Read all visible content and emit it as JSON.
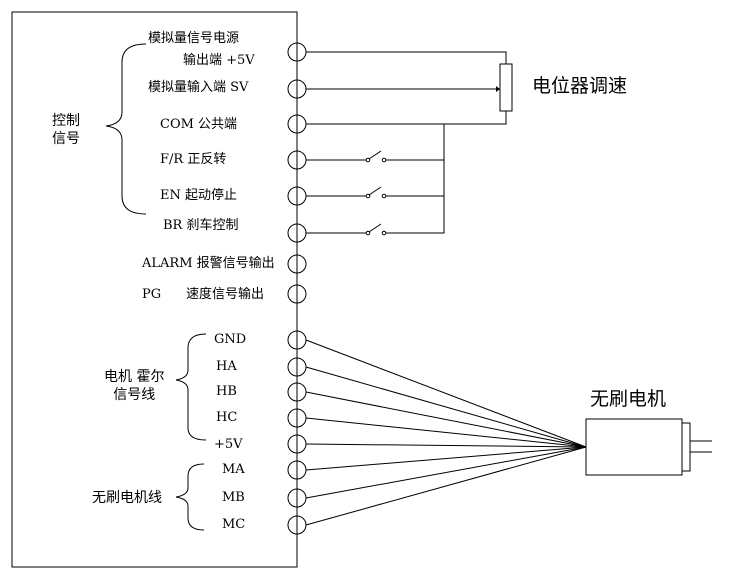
{
  "terminals": [
    "模拟量信号电源",
    "输出端 +5V",
    "模拟量输入端 SV",
    "COM 公共端",
    "F/R 正反转",
    "EN 起动停止",
    "BR 刹车控制",
    "ALARM 报警信号输出",
    "PG",
    "速度信号输出",
    "GND",
    "HA",
    "HB",
    "HC",
    "+5V",
    "MA",
    "MB",
    "MC"
  ],
  "groups": {
    "control_line1": "控制",
    "control_line2": "信号",
    "hall_line1": "电机 霍尔",
    "hall_line2": "信号线",
    "motor_wires": "无刷电机线"
  },
  "components": {
    "potentiometer": "电位器调速",
    "motor": "无刷电机"
  }
}
